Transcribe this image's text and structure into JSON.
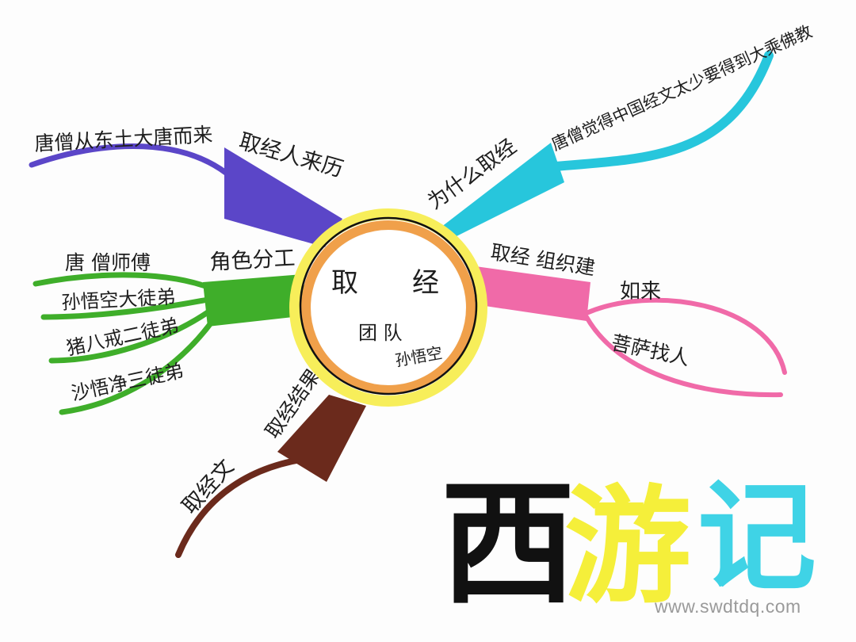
{
  "center": {
    "title_left": "取",
    "title_right": "经",
    "sub_line1": "团 队",
    "sub_line2": "孙悟空"
  },
  "branches": {
    "team_history": {
      "label": "取经人来历",
      "leaf": "唐僧从东土大唐而来",
      "color": "#5b46c8"
    },
    "why_journey": {
      "label": "为什么取经",
      "leaf": "唐僧觉得中国经文太少要得到大乘佛教",
      "color": "#27c6dc"
    },
    "organizer": {
      "label": "取经 组织建",
      "leaf_top": "如来",
      "leaf_bottom": "菩萨找人",
      "color": "#f06aa8"
    },
    "roles": {
      "label": "角色分工",
      "leaves": [
        "唐 僧师傅",
        "孙悟空大徒弟",
        "猪八戒二徒弟",
        "沙悟净三徒弟"
      ],
      "color": "#3fae2a"
    },
    "results": {
      "label": "取经结果",
      "leaf": "取经文",
      "color": "#6b2a1c"
    }
  },
  "big_title": {
    "char1": "西",
    "char2": "游",
    "char3": "记",
    "color1": "#111111",
    "color2": "#f5ef3a",
    "color3": "#3fd3e6"
  },
  "watermark": "www.swdtdq.com"
}
